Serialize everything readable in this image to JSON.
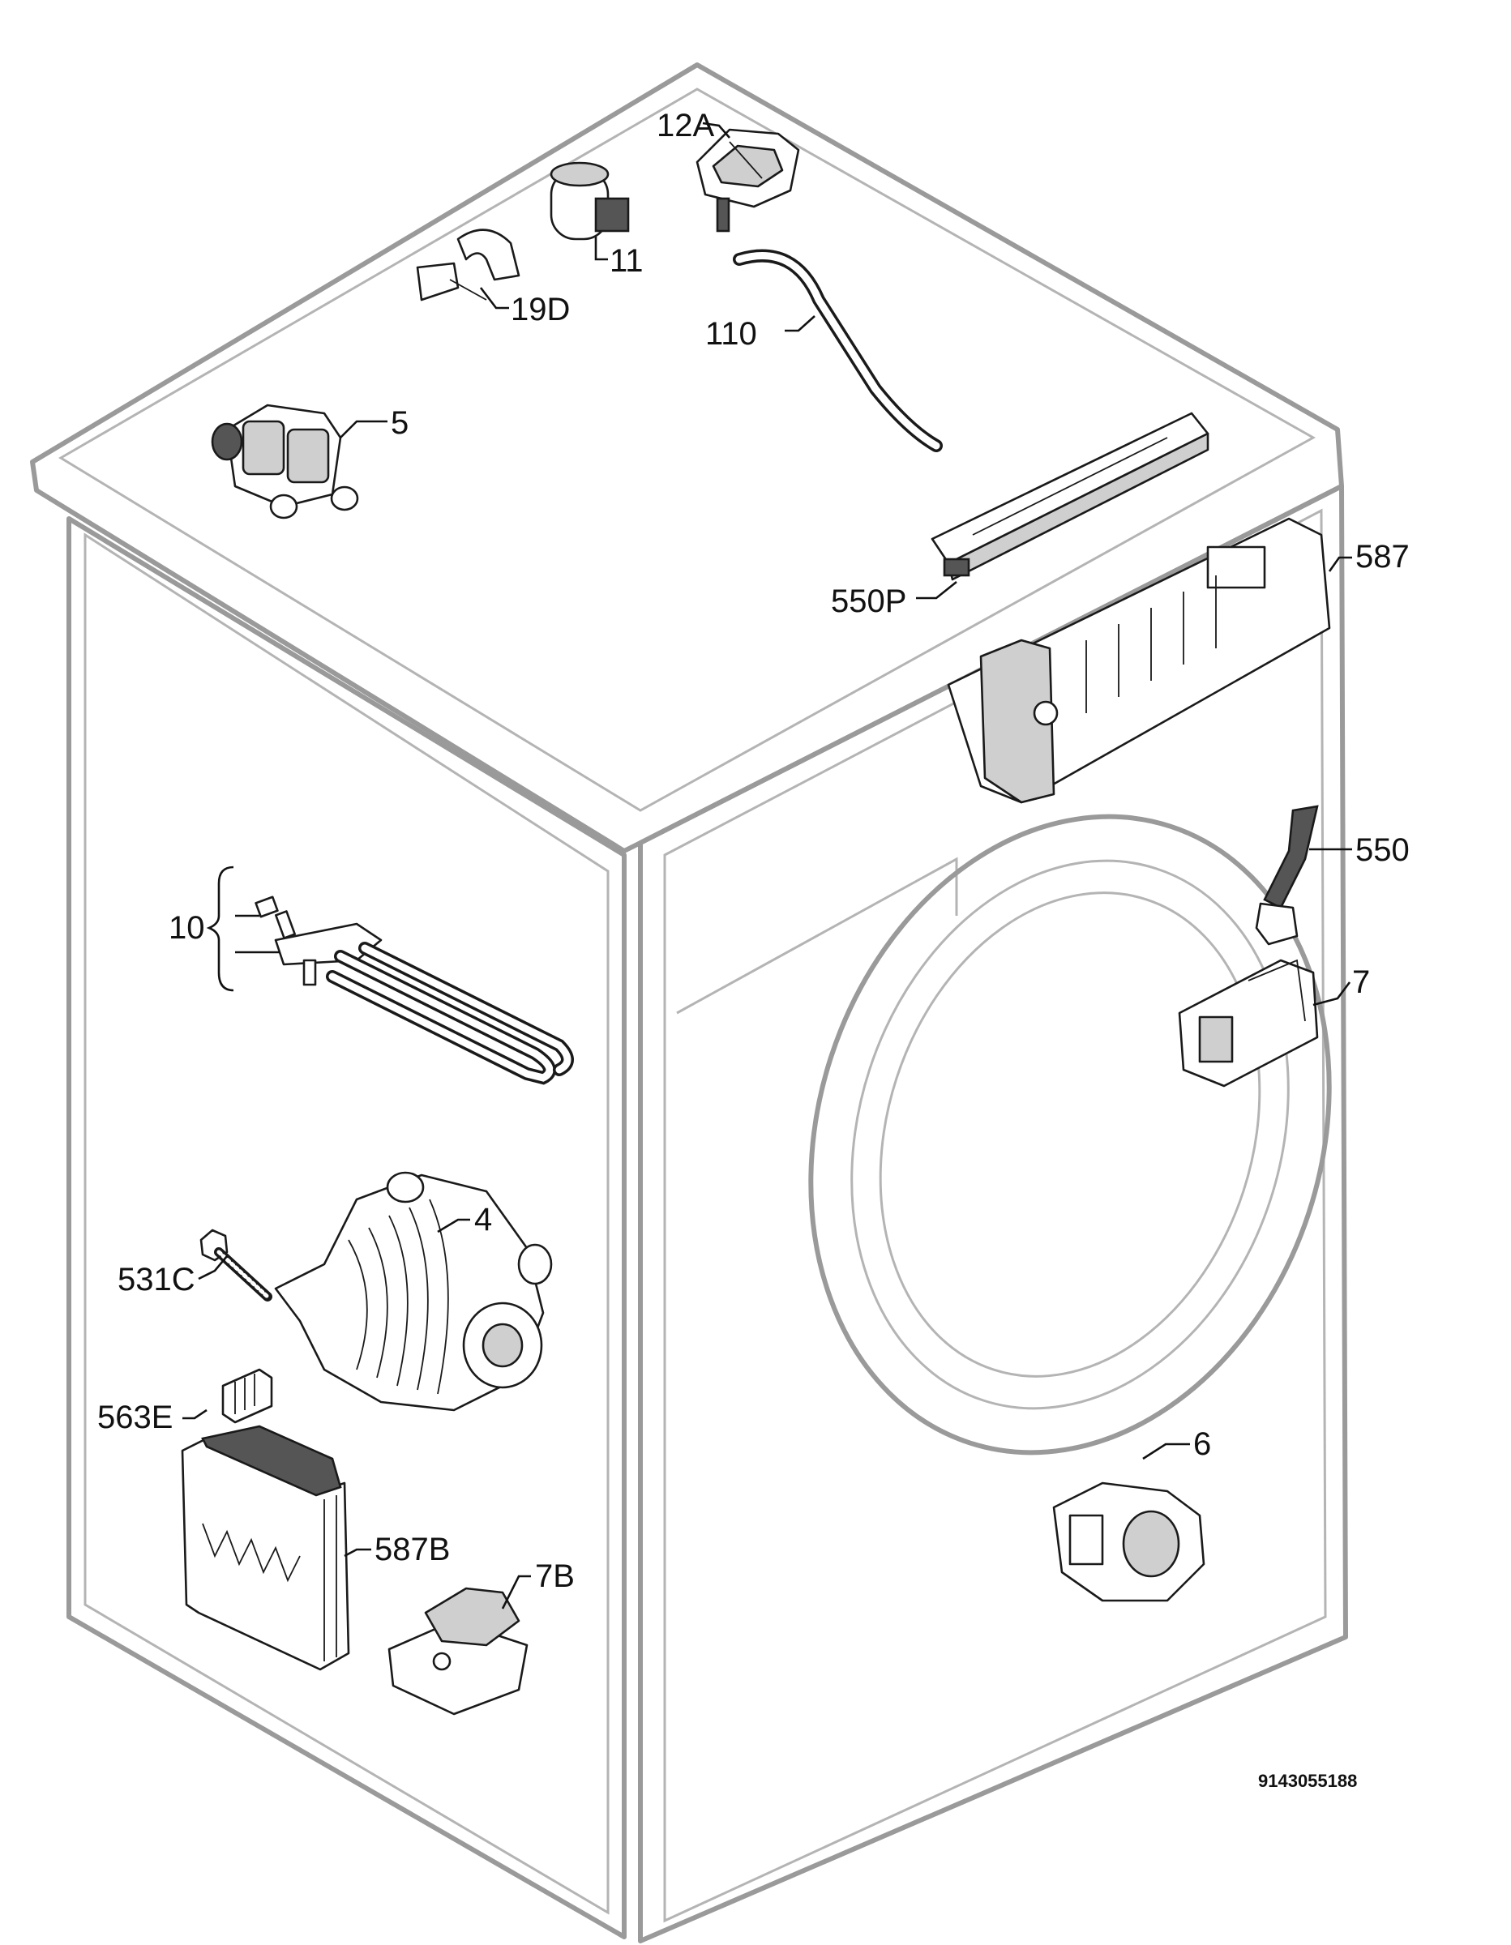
{
  "diagram": {
    "document_number": "9143055188",
    "part_labels": {
      "p12a": "12A",
      "p11": "11",
      "p19d": "19D",
      "p110": "110",
      "p5": "5",
      "p550p": "550P",
      "p587": "587",
      "p550": "550",
      "p10": "10",
      "p7": "7",
      "p4": "4",
      "p531c": "531C",
      "p563e": "563E",
      "p6": "6",
      "p587b": "587B",
      "p7b": "7B"
    }
  }
}
